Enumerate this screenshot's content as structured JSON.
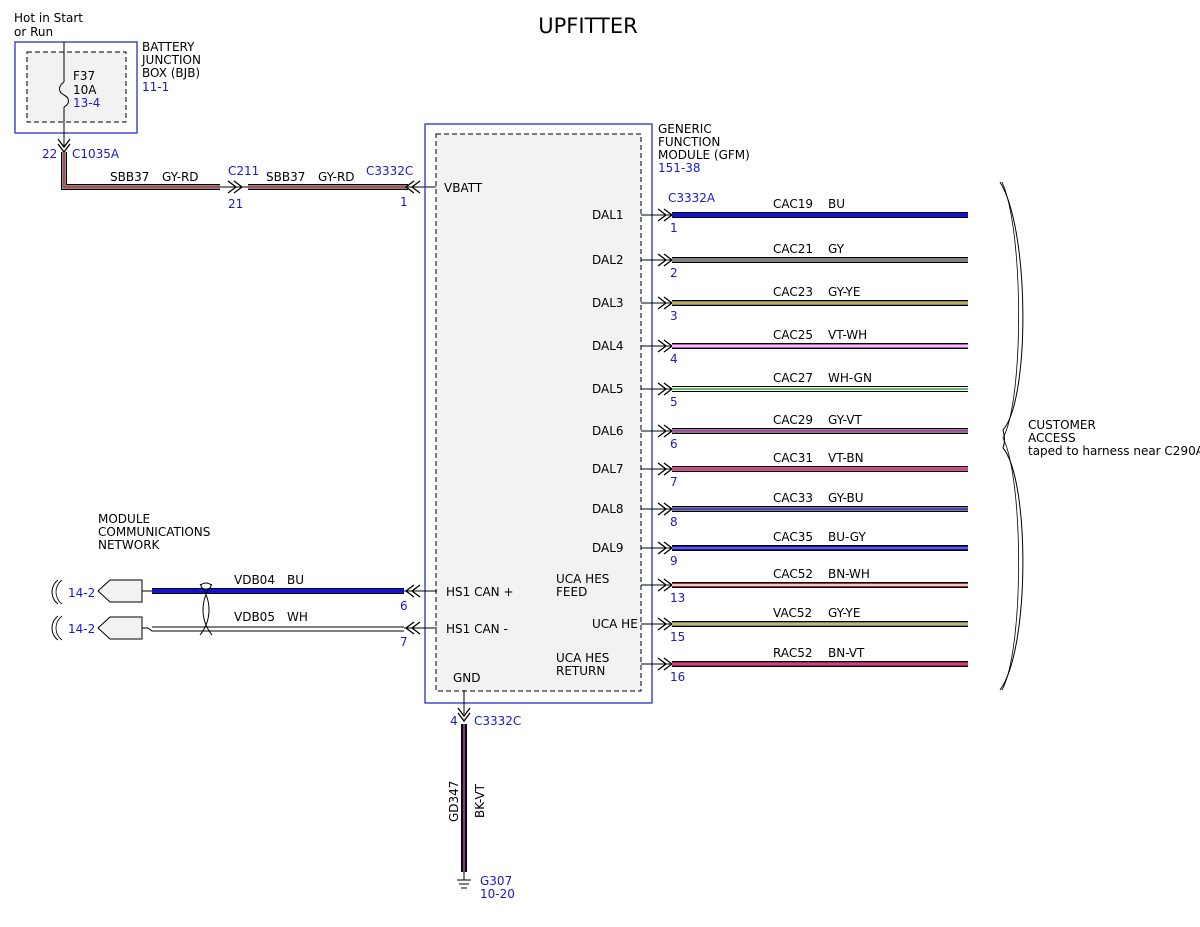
{
  "title": "UPFITTER",
  "power": {
    "line1": "Hot in Start",
    "line2": "or Run"
  },
  "bjb": {
    "l1": "BATTERY",
    "l2": "JUNCTION",
    "l3": "BOX (BJB)",
    "ref": "11-1",
    "fuse": "F37",
    "amps": "10A",
    "fuse_ref": "13-4"
  },
  "feed": {
    "bjb_pin": "22",
    "bjb_conn": "C1035A",
    "circuit1": "SBB37",
    "color1": "GY-RD",
    "inline_conn": "C211",
    "inline_pin": "21",
    "circuit2": "SBB37",
    "color2": "GY-RD",
    "gfm_conn": "C3332C",
    "gfm_pin": "1",
    "wire_colors": [
      "#8a8a8a",
      "#c23a3a"
    ]
  },
  "gfm": {
    "l1": "GENERIC",
    "l2": "FUNCTION",
    "l3": "MODULE (GFM)",
    "ref": "151-38",
    "vbatt": "VBATT",
    "hs_plus": "HS1 CAN +",
    "hs_minus": "HS1 CAN -",
    "gnd": "GND",
    "out_conn": "C3332A"
  },
  "outputs": [
    {
      "pin_label": "DAL1",
      "pin": "1",
      "circuit": "CAC19",
      "color": "BU",
      "colors": [
        "#1010dd"
      ]
    },
    {
      "pin_label": "DAL2",
      "pin": "2",
      "circuit": "CAC21",
      "color": "GY",
      "colors": [
        "#808080"
      ]
    },
    {
      "pin_label": "DAL3",
      "pin": "3",
      "circuit": "CAC23",
      "color": "GY-YE",
      "colors": [
        "#808080",
        "#c8c040"
      ]
    },
    {
      "pin_label": "DAL4",
      "pin": "4",
      "circuit": "CAC25",
      "color": "VT-WH",
      "colors": [
        "#cc44cc",
        "#ffffff"
      ]
    },
    {
      "pin_label": "DAL5",
      "pin": "5",
      "circuit": "CAC27",
      "color": "WH-GN",
      "colors": [
        "#ffffff",
        "#30a030"
      ]
    },
    {
      "pin_label": "DAL6",
      "pin": "6",
      "circuit": "CAC29",
      "color": "GY-VT",
      "colors": [
        "#808080",
        "#b040b0"
      ]
    },
    {
      "pin_label": "DAL7",
      "pin": "7",
      "circuit": "CAC31",
      "color": "VT-BN",
      "colors": [
        "#dd44bb",
        "#b06040"
      ]
    },
    {
      "pin_label": "DAL8",
      "pin": "8",
      "circuit": "CAC33",
      "color": "GY-BU",
      "colors": [
        "#808080",
        "#3030cc"
      ]
    },
    {
      "pin_label": "DAL9",
      "pin": "9",
      "circuit": "CAC35",
      "color": "BU-GY",
      "colors": [
        "#1010dd",
        "#808080"
      ]
    },
    {
      "pin_label": "UCA HES",
      "pin_label2": "FEED",
      "pin": "13",
      "circuit": "CAC52",
      "color": "BN-WH",
      "colors": [
        "#a03030",
        "#ffffff"
      ]
    },
    {
      "pin_label": "UCA HE",
      "pin": "15",
      "circuit": "VAC52",
      "color": "GY-YE",
      "colors": [
        "#808080",
        "#d8d040"
      ]
    },
    {
      "pin_label": "UCA HES",
      "pin_label2": "RETURN",
      "pin": "16",
      "circuit": "RAC52",
      "color": "BN-VT",
      "colors": [
        "#a03030",
        "#cc44cc"
      ]
    }
  ],
  "customer": {
    "l1": "CUSTOMER",
    "l2": "ACCESS",
    "l3": "taped to harness near C290A"
  },
  "network": {
    "l1": "MODULE",
    "l2": "COMMUNICATIONS",
    "l3": "NETWORK",
    "can_hi": {
      "ref": "14-2",
      "circuit": "VDB04",
      "color": "BU",
      "pin": "6",
      "colors": [
        "#1010dd"
      ]
    },
    "can_lo": {
      "ref": "14-2",
      "circuit": "VDB05",
      "color": "WH",
      "pin": "7",
      "colors": [
        "#ffffff"
      ]
    }
  },
  "ground": {
    "pin": "4",
    "conn": "C3332C",
    "circuit": "GD347",
    "color": "BK-VT",
    "point": "G307",
    "ref": "10-20",
    "colors": [
      "#111111",
      "#aa44aa"
    ]
  },
  "accent": "#1a1acc"
}
